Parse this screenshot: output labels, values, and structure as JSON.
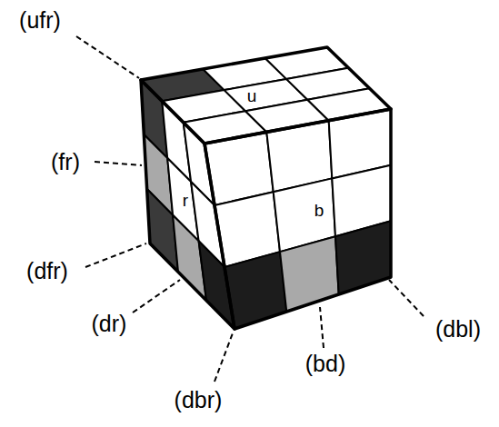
{
  "diagram": {
    "labels": [
      "(ufr)",
      "(fr)",
      "(dfr)",
      "(dr)",
      "(dbr)",
      "(bd)",
      "(dbl)",
      "u",
      "r",
      "b"
    ]
  }
}
